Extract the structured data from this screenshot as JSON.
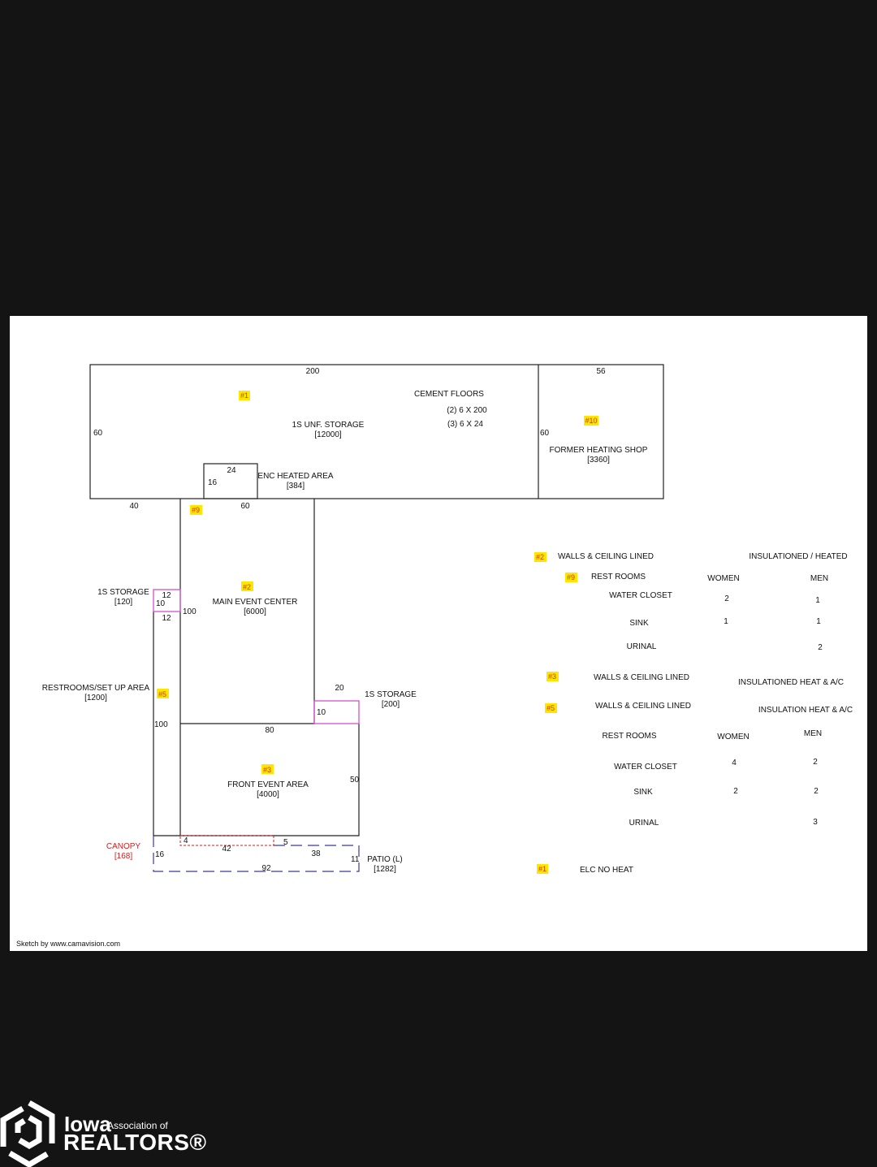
{
  "dimensions": [
    "200",
    "56",
    "60",
    "60",
    "24",
    "16",
    "40",
    "60",
    "12",
    "10",
    "12",
    "100",
    "100",
    "20",
    "10",
    "80",
    "50",
    "4",
    "42",
    "5",
    "38",
    "16",
    "11",
    "92"
  ],
  "tags": [
    "#1",
    "#10",
    "#9",
    "#2",
    "#5",
    "#3"
  ],
  "areas": {
    "unf_storage": {
      "name": "1S UNF. STORAGE",
      "size": "[12000]"
    },
    "heating_shop": {
      "name": "FORMER HEATING SHOP",
      "size": "[3360]"
    },
    "enc_heated": {
      "name": "ENC HEATED AREA",
      "size": "[384]"
    },
    "main_event": {
      "name": "MAIN EVENT CENTER",
      "size": "[6000]"
    },
    "storage_120": {
      "name": "1S STORAGE",
      "size": "[120]"
    },
    "restrooms": {
      "name": "RESTROOMS/SET UP AREA",
      "size": "[1200]"
    },
    "storage_200": {
      "name": "1S STORAGE",
      "size": "[200]"
    },
    "front_event": {
      "name": "FRONT EVENT AREA",
      "size": "[4000]"
    },
    "canopy": {
      "name": "CANOPY",
      "size": "[168]"
    },
    "patio": {
      "name": "PATIO (L)",
      "size": "[1282]"
    }
  },
  "cement": {
    "title": "CEMENT FLOORS",
    "line1": "(2)  6 X 200",
    "line2": "(3)  6 X 24"
  },
  "notes": {
    "n2": {
      "tag": "#2",
      "text": "WALLS & CEILING LINED",
      "right": "INSULATIONED / HEATED"
    },
    "n9": {
      "tag": "#9",
      "text": "REST ROOMS",
      "women": "WOMEN",
      "men": "MEN",
      "rows": [
        {
          "label": "WATER CLOSET",
          "women": "2",
          "men": "1"
        },
        {
          "label": "SINK",
          "women": "1",
          "men": "1"
        },
        {
          "label": "URINAL",
          "women": "",
          "men": "2"
        }
      ]
    },
    "n3": {
      "tag": "#3",
      "text": "WALLS & CEILING LINED",
      "right": "INSULATIONED  HEAT & A/C"
    },
    "n5": {
      "tag": "#5",
      "text": "WALLS & CEILING LINED",
      "right": "INSULATION  HEAT & A/C",
      "sub": "REST ROOMS",
      "women": "WOMEN",
      "men": "MEN",
      "rows": [
        {
          "label": "WATER CLOSET",
          "women": "4",
          "men": "2"
        },
        {
          "label": "SINK",
          "women": "2",
          "men": "2"
        },
        {
          "label": "URINAL",
          "women": "",
          "men": "3"
        }
      ]
    },
    "n1": {
      "tag": "#1",
      "text": "ELC  NO HEAT"
    }
  },
  "credit": "Sketch by www.camavision.com",
  "logo": {
    "word1": "Iowa",
    "word2": "Association of",
    "word3": "REALTORS®"
  },
  "colors": {
    "background": "#141414",
    "highlight": "#ffe600",
    "storage_outline": "#d050d0",
    "canopy": "#d02020",
    "patio": "#3a3a9a"
  }
}
